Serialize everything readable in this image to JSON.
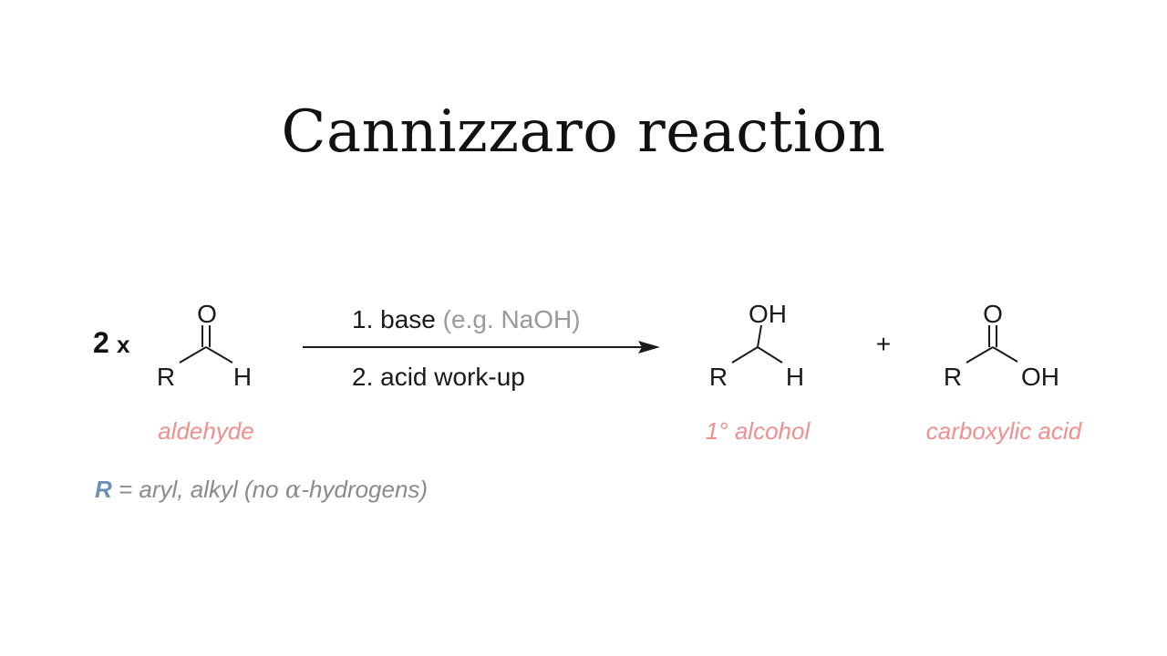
{
  "title": "Cannizzaro reaction",
  "stoichiometry": {
    "number": "2",
    "times": "x"
  },
  "atoms": {
    "O": "O",
    "H": "H",
    "R": "R",
    "OH": "OH"
  },
  "conditions": {
    "step1": "1. base",
    "step1_example": "(e.g. NaOH)",
    "step2": "2. acid work-up"
  },
  "plus": "+",
  "labels": {
    "reactant": "aldehyde",
    "product1": "1° alcohol",
    "product2": "carboxylic acid"
  },
  "note": {
    "r": "R",
    "text_before_alpha": " = aryl, alkyl (no ",
    "alpha": "α",
    "text_after_alpha": "-hydrogens)"
  },
  "colors": {
    "label": "#f08f8f",
    "r_highlight": "#6d8fb3",
    "secondary_text": "#8a8a8a"
  }
}
